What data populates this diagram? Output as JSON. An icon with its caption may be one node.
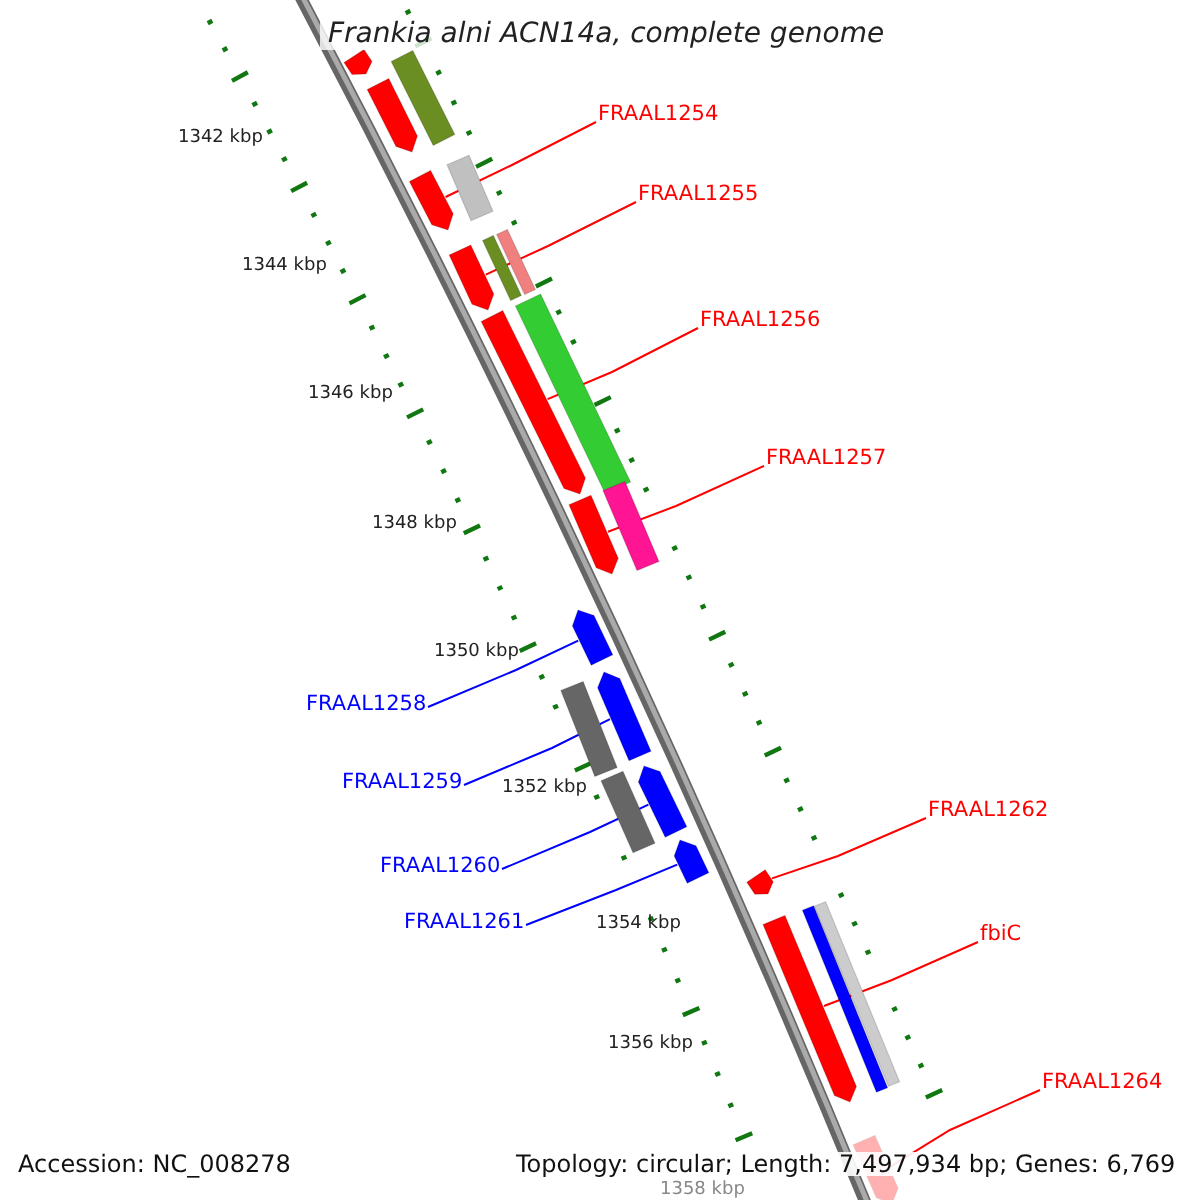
{
  "diagram": {
    "title": "Frankia alni ACN14a, complete genome",
    "nodes": [
      {
        "text": [
          "FRAAL1254"
        ]
      },
      {
        "text": [
          "FRAAL1255"
        ]
      },
      {
        "text": [
          "FRAAL1256"
        ]
      },
      {
        "text": [
          "FRAAL1257"
        ]
      },
      {
        "text": [
          "FRAAL1258"
        ]
      },
      {
        "text": [
          "FRAAL1259"
        ]
      },
      {
        "text": [
          "FRAAL1260"
        ]
      },
      {
        "text": [
          "FRAAL1261"
        ]
      },
      {
        "text": [
          "FRAAL1262"
        ]
      },
      {
        "text": [
          "fbiC"
        ]
      },
      {
        "text": [
          "FRAAL1264"
        ]
      },
      {
        "text": [],
        "shape": "arrow"
      },
      {
        "text": [],
        "shape": "bar"
      },
      {
        "text": [],
        "shape": "arrow"
      },
      {
        "text": [],
        "shape": "bar"
      },
      {
        "text": [],
        "shape": "arrow"
      },
      {
        "text": [],
        "shape": "bar"
      },
      {
        "text": [],
        "shape": "bar"
      },
      {
        "text": [],
        "shape": "arrow"
      },
      {
        "text": [],
        "shape": "bar"
      },
      {
        "text": [],
        "shape": "arrow"
      },
      {
        "text": [],
        "shape": "bar"
      },
      {
        "text": [],
        "shape": "arrow"
      },
      {
        "text": [],
        "shape": "arrow"
      },
      {
        "text": [],
        "shape": "arrow"
      },
      {
        "text": [],
        "shape": "bar"
      },
      {
        "text": [],
        "shape": "arrow"
      },
      {
        "text": [],
        "shape": "bar"
      },
      {
        "text": [],
        "shape": "arrow"
      },
      {
        "text": [],
        "shape": "arrow"
      },
      {
        "text": [],
        "shape": "bar"
      },
      {
        "text": [],
        "shape": "bar"
      },
      {
        "text": [],
        "shape": "arrow"
      },
      {
        "text": [],
        "shape": "arrow"
      }
    ],
    "edges": [
      {
        "from": 0,
        "to": 15,
        "arrow": "none"
      },
      {
        "from": 1,
        "to": 18,
        "arrow": "none"
      },
      {
        "from": 2,
        "to": 20,
        "arrow": "none"
      },
      {
        "from": 3,
        "to": 22,
        "arrow": "none"
      },
      {
        "from": 4,
        "to": 23,
        "arrow": "none",
        "color": "#0000ff"
      },
      {
        "from": 5,
        "to": 24,
        "arrow": "none",
        "color": "#0000ff"
      },
      {
        "from": 6,
        "to": 26,
        "arrow": "none",
        "color": "#0000ff"
      },
      {
        "from": 7,
        "to": 28,
        "arrow": "none",
        "color": "#0000ff"
      },
      {
        "from": 8,
        "to": 29,
        "arrow": "none"
      },
      {
        "from": 9,
        "to": 32,
        "arrow": "none"
      },
      {
        "from": 10,
        "to": 33,
        "arrow": "none"
      }
    ],
    "labels": [
      "1342 kbp",
      "1344 kbp",
      "1346 kbp",
      "1348 kbp",
      "1350 kbp",
      "1352 kbp",
      "1354 kbp",
      "1356 kbp",
      "1358 kbp",
      "Accession: NC_008278",
      "Topology: circular; Length: 7,497,934 bp; Genes: 6,769"
    ]
  }
}
